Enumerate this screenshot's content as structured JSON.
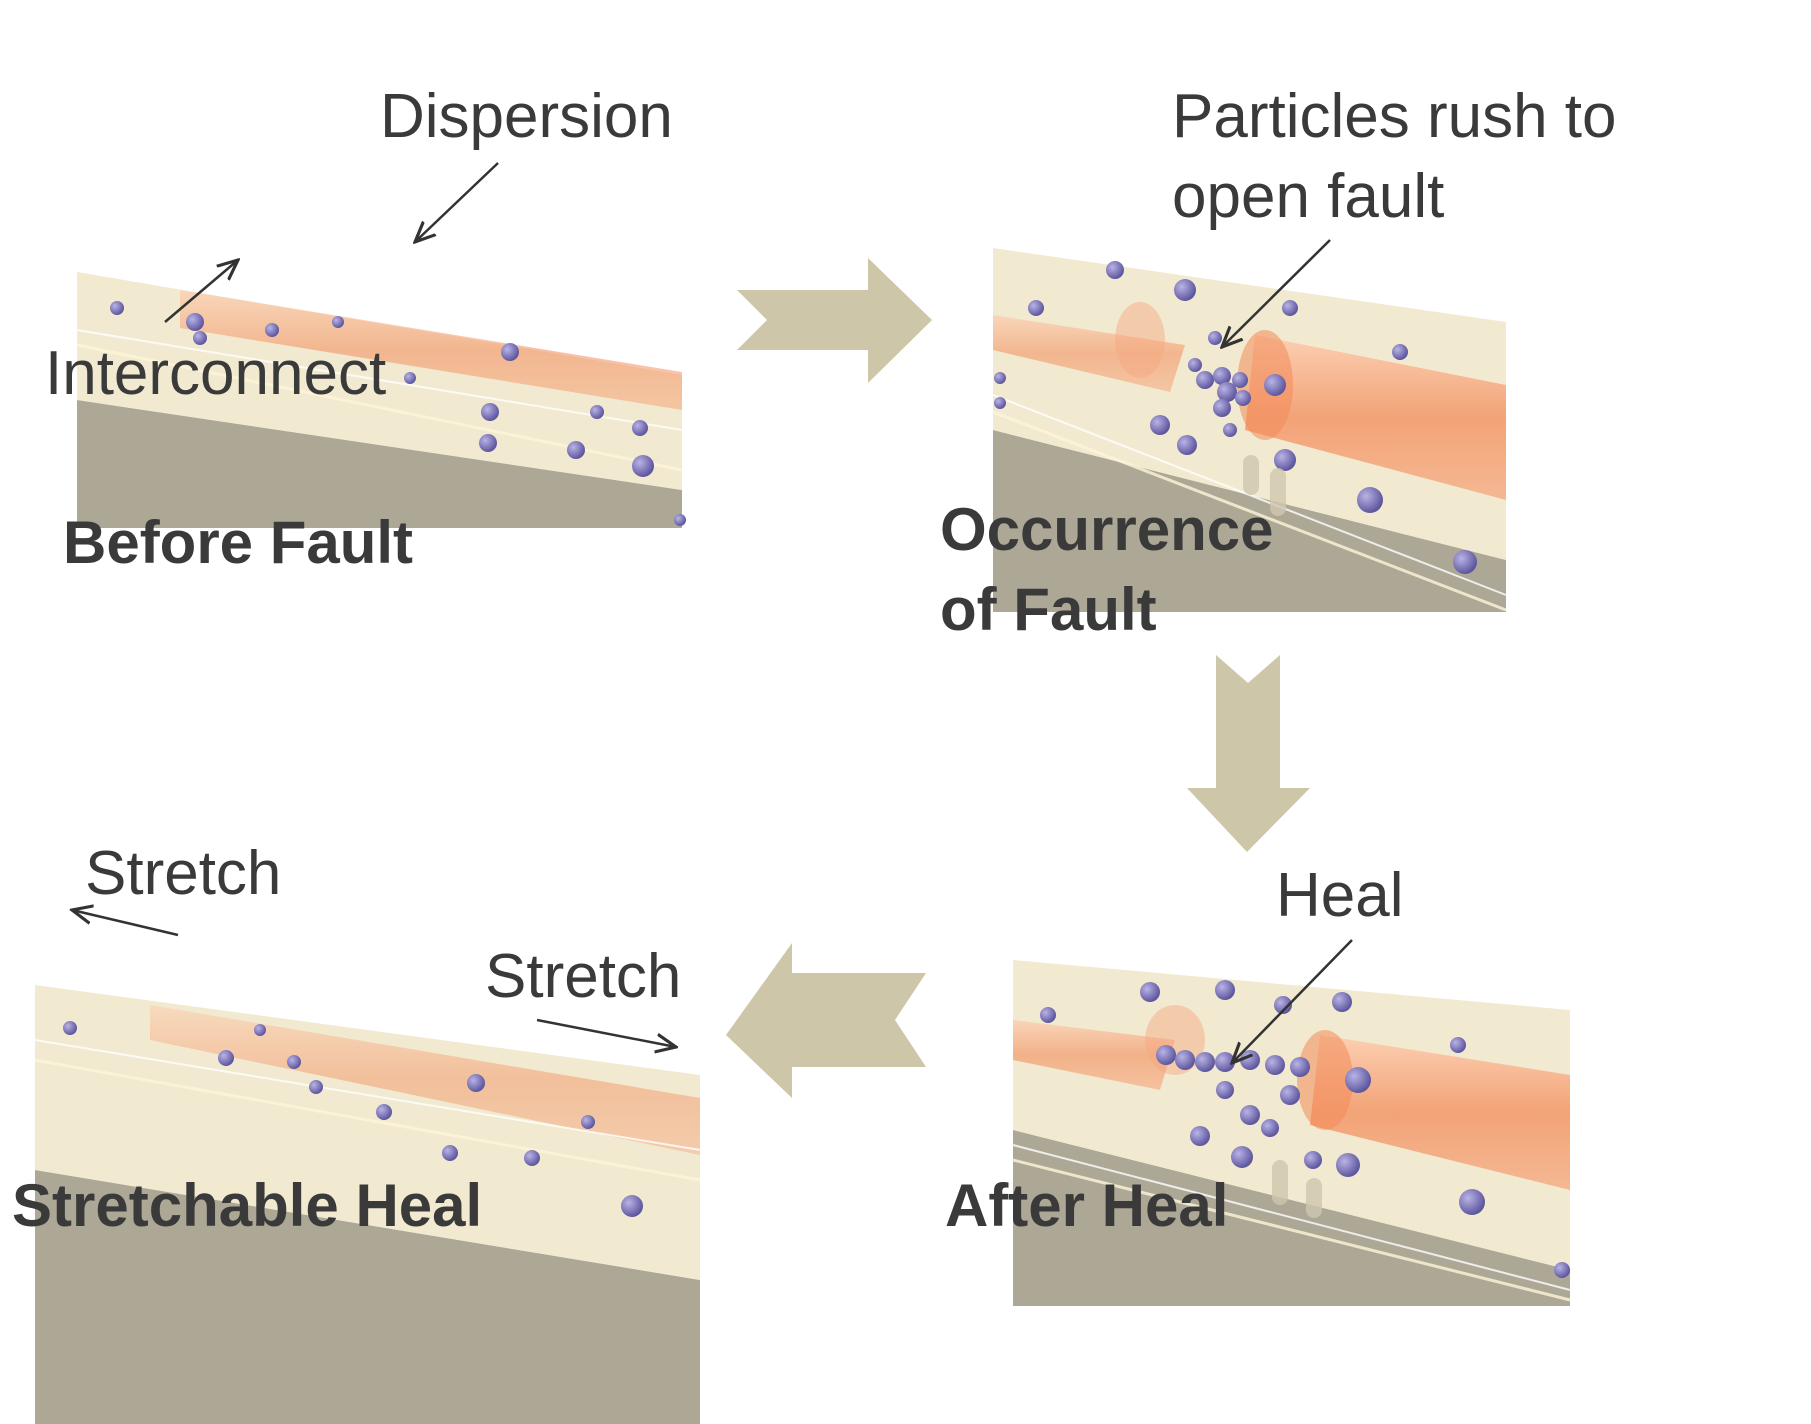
{
  "panels": [
    {
      "title": "Before Fault",
      "labels": [
        "Dispersion",
        "Interconnect"
      ]
    },
    {
      "title": "Occurrence of Fault",
      "title_lines": [
        "Occurrence",
        "of Fault"
      ],
      "labels": [
        "Particles rush to",
        "open fault"
      ]
    },
    {
      "title": "After Heal",
      "labels": [
        "Heal"
      ]
    },
    {
      "title": "Stretchable Heal",
      "labels": [
        "Stretch",
        "Stretch"
      ]
    }
  ],
  "colors": {
    "flow_arrow": "#cdc6a8",
    "substrate": "#ada796",
    "channel": "#efe6c8",
    "wire": "#f29a6f",
    "particle": "#7b74b8",
    "text": "#3a3a3a"
  }
}
